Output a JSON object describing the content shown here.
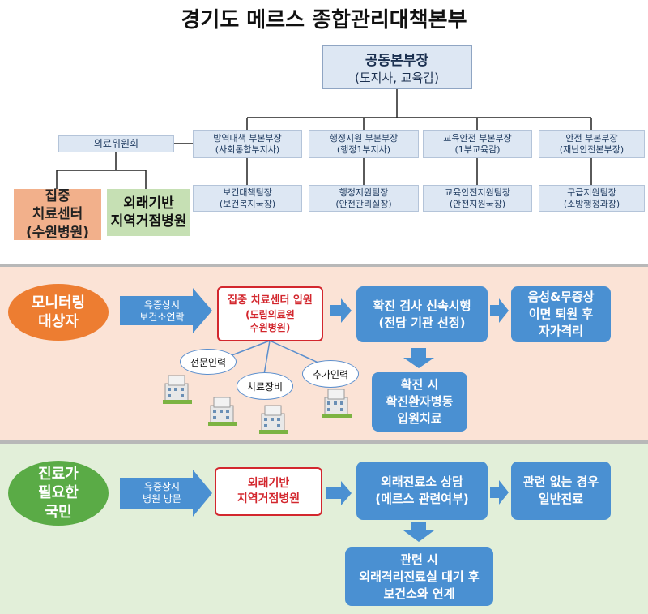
{
  "title": "경기도 메르스 종합관리대책본부",
  "hq": {
    "line1": "공동본부장",
    "line2": "(도지사, 교육감)"
  },
  "committee": "의료위원회",
  "deputies": [
    {
      "title": "방역대책 부본부장",
      "sub": "(사회통합부지사)",
      "team": "보건대책팀장",
      "team_sub": "(보건복지국장)"
    },
    {
      "title": "행정지원 부본부장",
      "sub": "(행정1부지사)",
      "team": "행정지원팀장",
      "team_sub": "(안전관리실장)"
    },
    {
      "title": "교육안전 부본부장",
      "sub": "(1부교육감)",
      "team": "교육안전지원팀장",
      "team_sub": "(안전지원국장)"
    },
    {
      "title": "안전 부본부장",
      "sub": "(재난안전본부장)",
      "team": "구급지원팀장",
      "team_sub": "(소방행정과장)"
    }
  ],
  "center_box": {
    "line1": "집중",
    "line2": "치료센터",
    "line3": "(수원병원)"
  },
  "hospital_box": {
    "line1": "외래기반",
    "line2": "지역거점병원"
  },
  "flow1": {
    "start": {
      "line1": "모니터링",
      "line2": "대상자"
    },
    "arrow": {
      "line1": "유증상시",
      "line2": "보건소연락"
    },
    "red": {
      "line1": "집중 치료센터 입원",
      "line2": "(도립의료원",
      "line3": "수원병원)"
    },
    "resources": [
      "전문인력",
      "치료장비",
      "추가인력"
    ],
    "test": {
      "line1": "확진 검사 신속시행",
      "line2": "(전담 기관 선정)"
    },
    "result": {
      "line1": "음성&무증상",
      "line2": "이면 퇴원 후",
      "line3": "자가격리"
    },
    "confirm": {
      "line1": "확진 시",
      "line2": "확진환자병동",
      "line3": "입원치료"
    }
  },
  "flow2": {
    "start": {
      "line1": "진료가",
      "line2": "필요한",
      "line3": "국민"
    },
    "arrow": {
      "line1": "유증상시",
      "line2": "병원 방문"
    },
    "red": {
      "line1": "외래기반",
      "line2": "지역거점병원"
    },
    "consult": {
      "line1": "외래진료소 상담",
      "line2": "(메르스 관련여부)"
    },
    "general": {
      "line1": "관련 없는 경우",
      "line2": "일반진료"
    },
    "related": {
      "line1": "관련 시",
      "line2": "외래격리진료실 대기 후",
      "line3": "보건소와 연계"
    }
  },
  "colors": {
    "orange": "#ed7d31",
    "green": "#5aab46",
    "blue": "#4a90d2",
    "red": "#d3272e"
  }
}
